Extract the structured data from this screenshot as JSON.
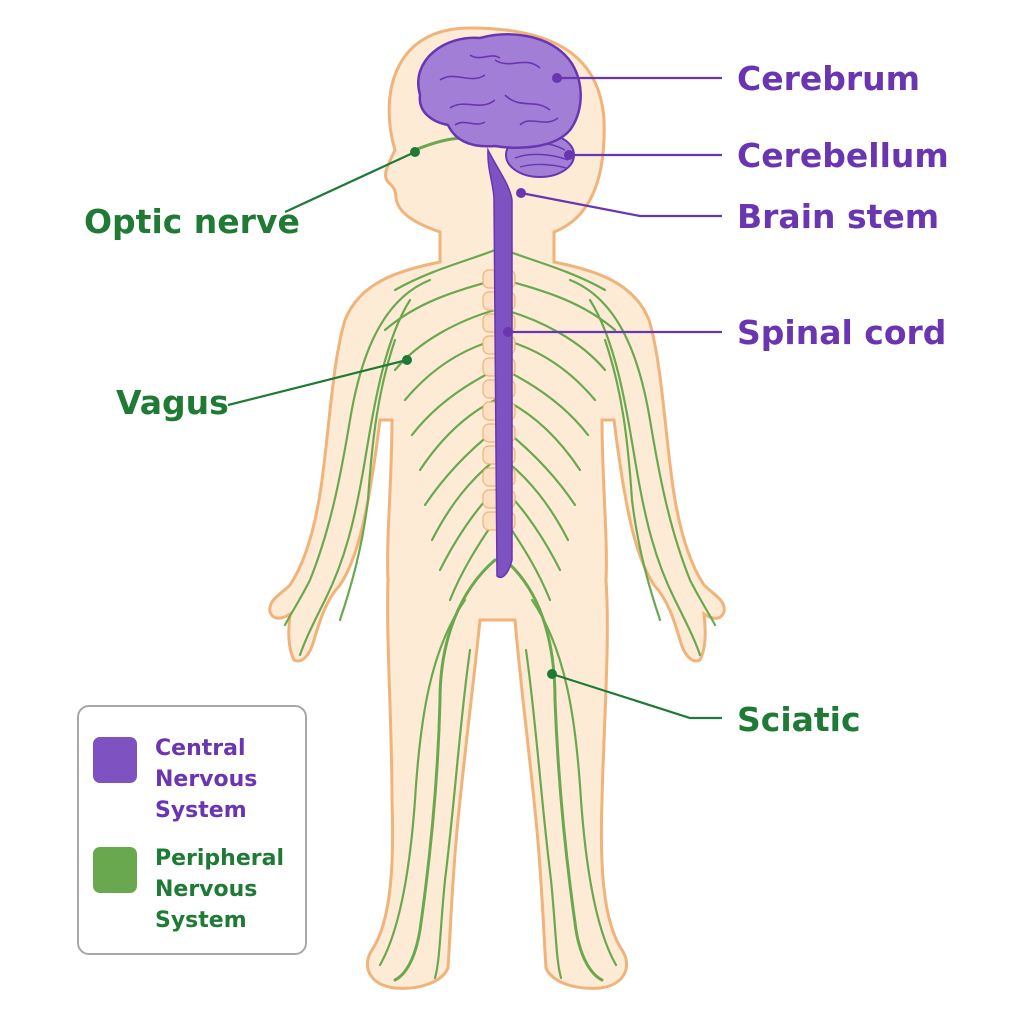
{
  "colors": {
    "cns": "#7e53c1",
    "cns_text": "#6a35b0",
    "pns": "#6aa84f",
    "pns_text": "#1f7a35",
    "nerve_line": "#5f9e2e",
    "skin": "#fdebd6",
    "skin_outline": "#f0b37a"
  },
  "labels": {
    "cerebrum": "Cerebrum",
    "cerebellum": "Cerebellum",
    "brain_stem": "Brain stem",
    "spinal_cord": "Spinal cord",
    "optic_nerve": "Optic nerve",
    "vagus": "Vagus",
    "sciatic": "Sciatic"
  },
  "legend": {
    "items": [
      {
        "lines": [
          "Central",
          "Nervous",
          "System"
        ],
        "swatch_icon": "cns-swatch"
      },
      {
        "lines": [
          "Peripheral",
          "Nervous",
          "System"
        ],
        "swatch_icon": "pns-swatch"
      }
    ]
  }
}
